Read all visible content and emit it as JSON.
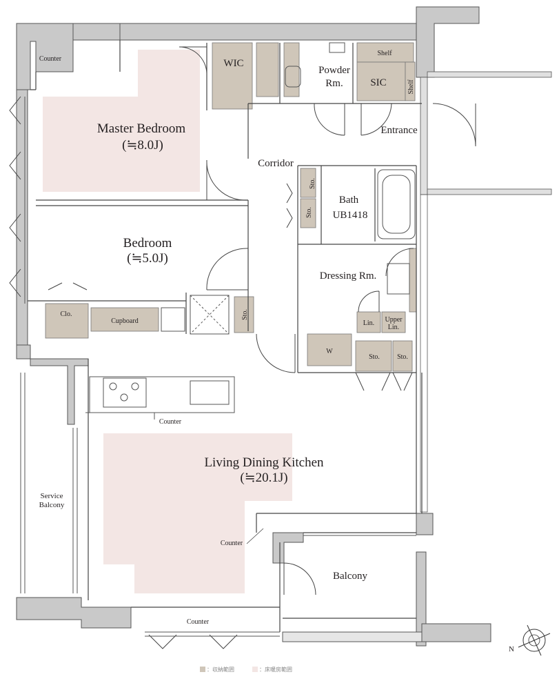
{
  "plan": {
    "rooms": {
      "master_bedroom": {
        "name": "Master Bedroom",
        "area": "(≒8.0J)"
      },
      "bedroom": {
        "name": "Bedroom",
        "area": "(≒5.0J)"
      },
      "ldk": {
        "name": "Living Dining Kitchen",
        "area": "(≒20.1J)"
      },
      "wic": "WIC",
      "sic": "SIC",
      "powder": {
        "line1": "Powder",
        "line2": "Rm."
      },
      "entrance": "Entrance",
      "corridor": "Corridor",
      "bath": {
        "line1": "Bath",
        "line2": "UB1418"
      },
      "dressing": "Dressing Rm.",
      "balcony": "Balcony",
      "service_balcony": {
        "line1": "Service",
        "line2": "Balcony"
      }
    },
    "fixtures": {
      "counter_top": "Counter",
      "counter_kitchen": "Counter",
      "counter_ldk": "Counter",
      "counter_window": "Counter",
      "shelf_top": "Shelf",
      "shelf_side": "Shelf",
      "clo": "Clo.",
      "cupboard": "Cupboard",
      "sto_bath_upper": "Sto.",
      "sto_bath_lower": "Sto.",
      "sto_corridor": "Sto.",
      "sto_dress_1": "Sto.",
      "sto_dress_2": "Sto.",
      "lin": "Lin.",
      "upper_lin": {
        "line1": "Upper",
        "line2": "Lin."
      },
      "washer": "W"
    },
    "compass": {
      "letter": "N"
    },
    "legend": {
      "storage": "：収納範囲",
      "floor_heating": "：床暖房範囲"
    },
    "colors": {
      "wall": "#c9c9c9",
      "wall_stroke": "#555555",
      "storage": "#cfc6b9",
      "floor_heating": "#f3e6e4",
      "line": "#444444"
    }
  }
}
